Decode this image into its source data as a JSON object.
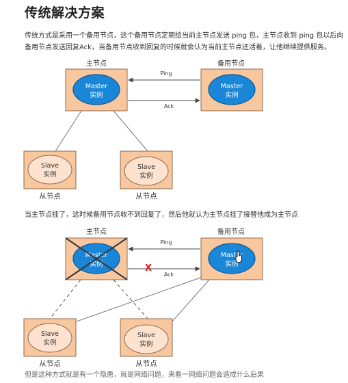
{
  "article": {
    "title": "传统解决方案",
    "para1": "传统方式是采用一个备用节点，这个备用节点定期给当前主节点发送 ping 包，主节点收到 ping 包以后向备用节点发送回复Ack，当备用节点收到回复的时候就会认为当前主节点还活着，让他继续提供服务。",
    "para2": "当主节点挂了，这时候备用节点收不到回复了，然后他就认为主节点挂了接替他成为主节点",
    "para3": "但是这种方式就是有一个隐患，就是网络问题，来看一网络问题会造成什么后果"
  },
  "diagram1": {
    "master_caption": "主节点",
    "backup_caption": "备用节点",
    "master_label_1": "Master",
    "master_label_2": "实例",
    "backup_label_1": "Master",
    "backup_label_2": "实例",
    "ping": "Ping",
    "ack": "Ack",
    "slave_label_1": "Slave",
    "slave_label_2": "实例",
    "slave_caption_left": "从节点",
    "slave_caption_right": "从节点"
  },
  "diagram2": {
    "master_caption": "主节点",
    "backup_caption": "备用节点",
    "master_label_1": "Master",
    "master_label_2": "实例",
    "backup_label_1": "Master",
    "backup_label_2": "实例",
    "ping": "Ping",
    "ack": "Ack",
    "fail_mark": "X",
    "slave_label_1": "Slave",
    "slave_label_2": "实例",
    "slave_caption_left": "从节点",
    "slave_caption_right": "从节点"
  },
  "colors": {
    "box_fill": "#f9c79e",
    "box_stroke": "#8a6a50",
    "master_ellipse": "#1a86d8",
    "slave_ellipse": "#fde3cf",
    "fail_red": "#e02020"
  }
}
